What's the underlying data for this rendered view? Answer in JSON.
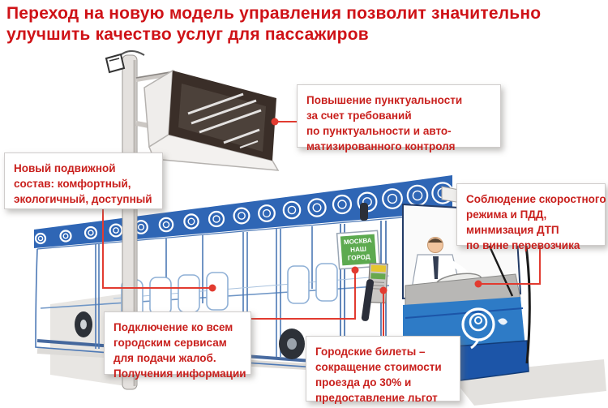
{
  "title": {
    "line1": "Переход на новую модель управления позволит значительно",
    "line2": "улучшить качество услуг для пассажиров"
  },
  "callouts": {
    "punctuality": {
      "lines": [
        "Повышение пунктуальности",
        "за счет требований",
        "по пунктуальности и авто-",
        "матизированного контроля"
      ]
    },
    "rolling_stock": {
      "lines": [
        "Новый подвижной",
        "состав: комфортный,",
        "экологичный, доступный"
      ]
    },
    "speed": {
      "lines": [
        "Соблюдение скоростного",
        "режима и ПДД,",
        "минмизация ДТП",
        "по вине перевозчика"
      ]
    },
    "services": {
      "lines": [
        "Подключение ко всем",
        "городским сервисам",
        "для подачи жалоб.",
        "Получения информации"
      ]
    },
    "tickets": {
      "lines": [
        "Городские билеты –",
        "сокращение стоимости",
        "проезда до 30% и",
        "предоставление льгот"
      ]
    }
  },
  "bus": {
    "city_sign": [
      "МОСКВА",
      "НАШ",
      "ГОРОД"
    ]
  },
  "colors": {
    "title_red": "#cf1217",
    "callout_red": "#c9201d",
    "connector_red": "#e23b30",
    "bus_blue": "#2e7bc6",
    "band_blue": "#2f66b5",
    "sign_green": "#5daa50"
  }
}
